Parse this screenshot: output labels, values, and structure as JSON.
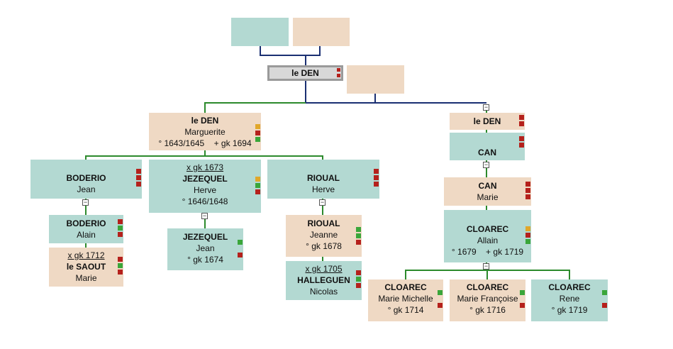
{
  "colors": {
    "male_bg": "#b3d9d2",
    "female_bg": "#efd9c4",
    "marker_red": "#b5211c",
    "marker_green": "#3aa63a",
    "marker_orange": "#e1a72a",
    "line_navy": "#1a2f72",
    "line_green": "#2c8a2c"
  },
  "root": {
    "surname": "le DEN"
  },
  "marguerite": {
    "surname": "le DEN",
    "given": "Marguerite",
    "dates": "° 1643/1645    + gk 1694"
  },
  "jean_boderio": {
    "surname": "BODERIO",
    "given": "Jean"
  },
  "alain_boderio": {
    "surname": "BODERIO",
    "given": "Alain"
  },
  "marie_saout": {
    "marriage": "x gk 1712",
    "surname": "le SAOUT",
    "given": "Marie"
  },
  "herve_jezequel": {
    "marriage": "x gk 1673",
    "surname": "JEZEQUEL",
    "given": "Herve",
    "dates": "° 1646/1648"
  },
  "jean_jezequel": {
    "surname": "JEZEQUEL",
    "given": "Jean",
    "dates": "° gk 1674"
  },
  "herve_rioual": {
    "surname": "RIOUAL",
    "given": "Herve"
  },
  "jeanne_rioual": {
    "surname": "RIOUAL",
    "given": "Jeanne",
    "dates": "° gk 1678"
  },
  "nicolas_halleguen": {
    "marriage": "x gk 1705",
    "surname": "HALLEGUEN",
    "given": "Nicolas"
  },
  "le_den2": {
    "surname": "le DEN"
  },
  "can1": {
    "surname": "CAN"
  },
  "marie_can": {
    "surname": "CAN",
    "given": "Marie"
  },
  "allain_cloarec": {
    "surname": "CLOAREC",
    "given": "Allain",
    "dates": "° 1679    + gk 1719"
  },
  "mm_cloarec": {
    "surname": "CLOAREC",
    "given": "Marie Michelle",
    "dates": "° gk 1714"
  },
  "mf_cloarec": {
    "surname": "CLOAREC",
    "given": "Marie Françoise",
    "dates": "° gk 1716"
  },
  "rene_cloarec": {
    "surname": "CLOAREC",
    "given": "Rene",
    "dates": "° gk 1719"
  },
  "toggle_labels": {
    "collapse": "−",
    "expand": "+"
  }
}
